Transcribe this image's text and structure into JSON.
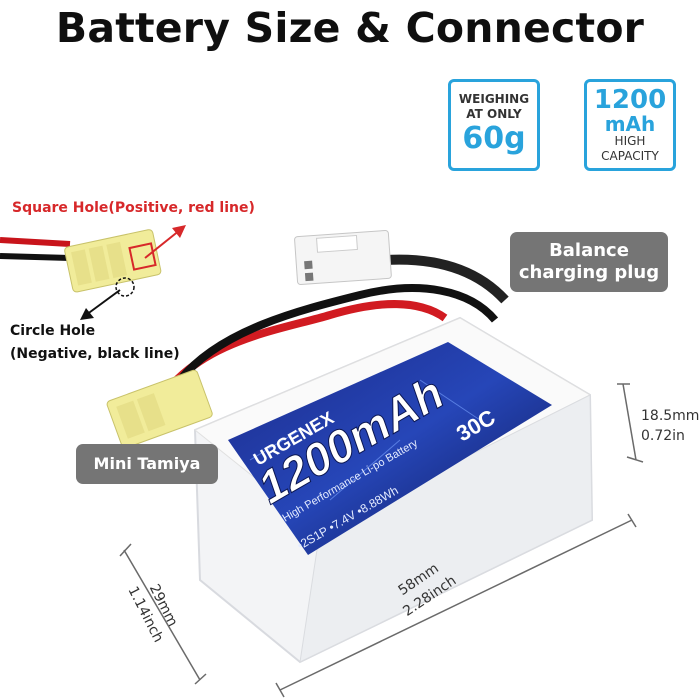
{
  "title": "Battery Size & Connector",
  "weight_box": {
    "line1": "WEIGHING",
    "line2": "AT ONLY",
    "value": "60g"
  },
  "capacity_box": {
    "value": "1200",
    "unit": "mAh",
    "line1": "HIGH",
    "line2": "CAPACITY"
  },
  "annotations": {
    "square_hole": "Square Hole(Positive, red line)",
    "circle_hole_line1": "Circle Hole",
    "circle_hole_line2": "(Negative, black line)"
  },
  "labels": {
    "balance_line1": "Balance",
    "balance_line2": "charging plug",
    "mini_tamiya": "Mini Tamiya"
  },
  "dimensions": {
    "height_mm": "18.5mm",
    "height_in": "0.72in",
    "length_mm": "58mm",
    "length_in": "2.28inch",
    "width_mm": "29mm",
    "width_in": "1.14inch"
  },
  "battery_label": {
    "brand": "URGENEX",
    "capacity": "1200mAh",
    "subtitle": "High Performance Li-po Battery",
    "rating": "30C",
    "specs": "•2S1P •7.4V •8.88Wh"
  },
  "colors": {
    "accent": "#29a3dc",
    "positive": "#d7282a",
    "label_bg": "#757575"
  }
}
